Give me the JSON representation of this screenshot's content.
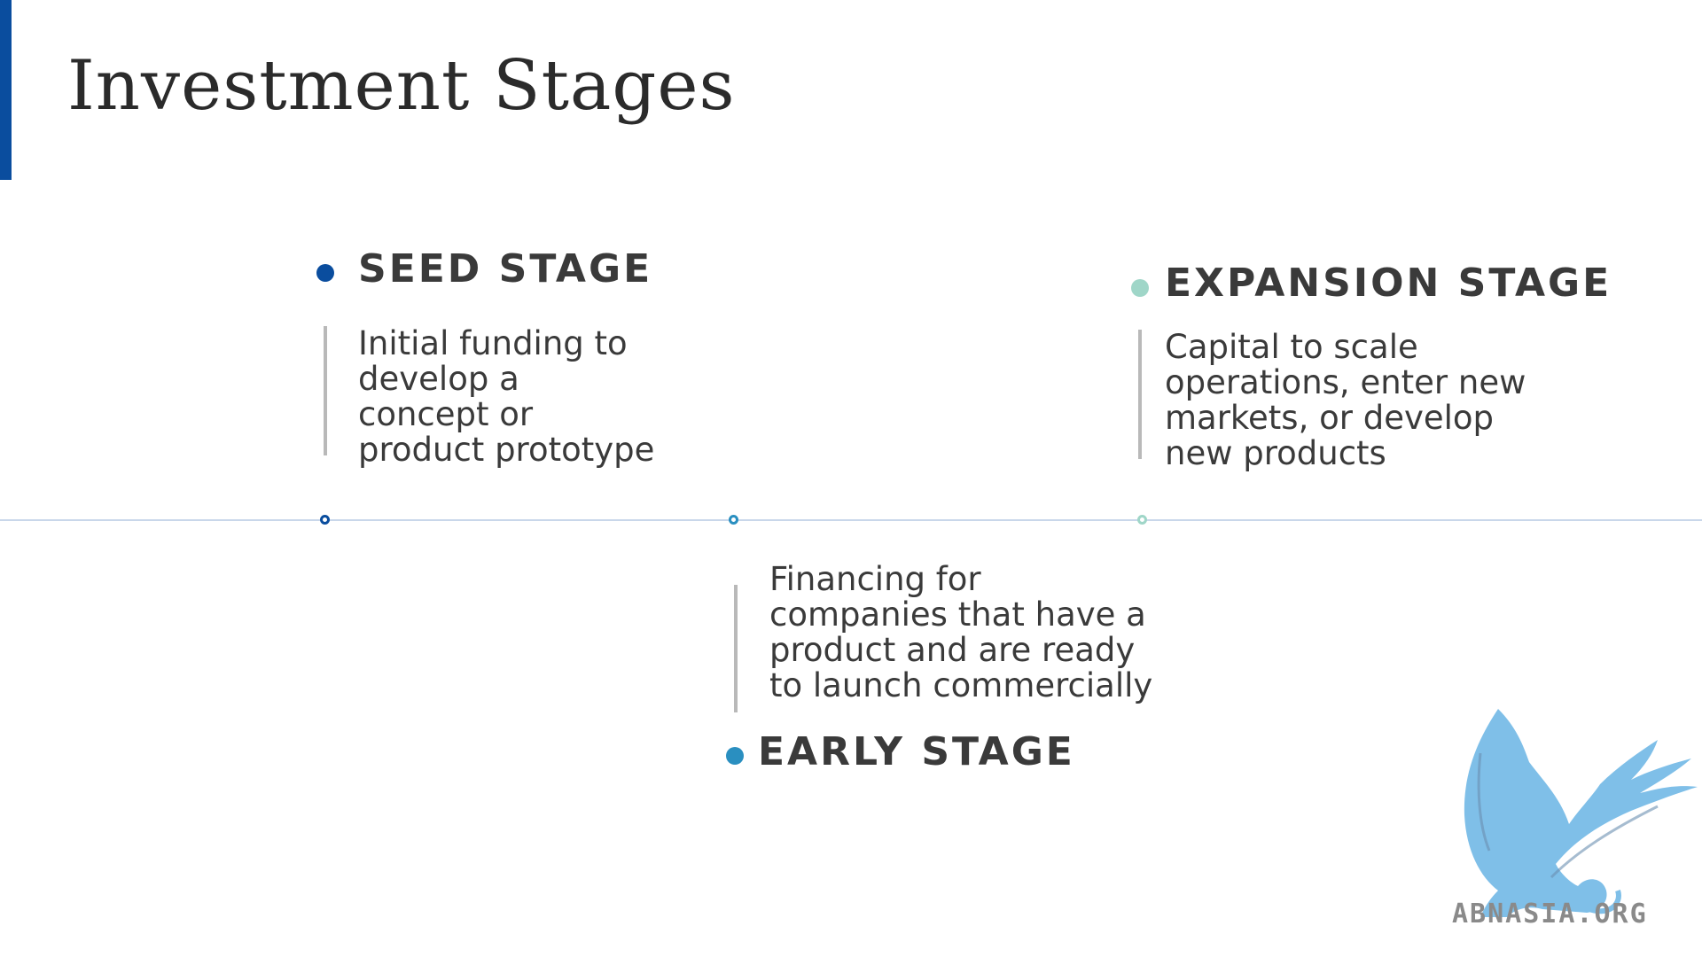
{
  "title": "Investment Stages",
  "colors": {
    "accent": "#0a4d9e",
    "seed": "#0a4d9e",
    "early": "#2a8fc0",
    "expansion": "#9fd6c8",
    "timeline": "#c9d7ea",
    "text": "#3a3a3a"
  },
  "stages": {
    "seed": {
      "title": "SEED STAGE",
      "description": "Initial funding to develop a concept or product prototype"
    },
    "early": {
      "title": "EARLY STAGE",
      "description": "Financing for companies that have a product and are ready to launch commercially"
    },
    "expansion": {
      "title": "EXPANSION STAGE",
      "description": "Capital to scale operations, enter new markets, or develop new products"
    }
  },
  "logo": {
    "icon": "griffin-icon",
    "text": "ABNASIA.ORG"
  }
}
